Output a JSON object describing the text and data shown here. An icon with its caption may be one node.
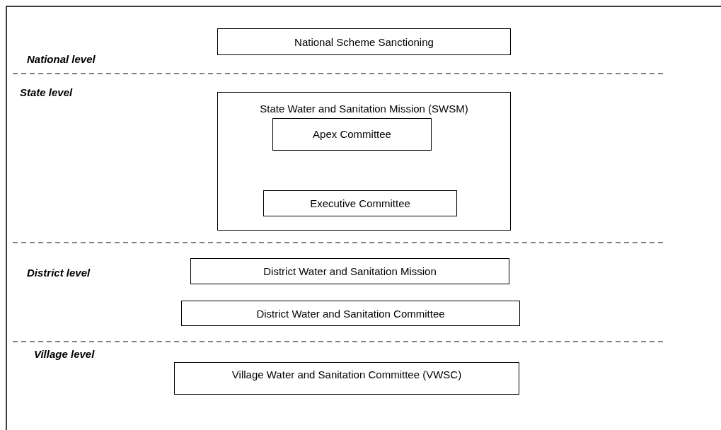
{
  "diagram": {
    "nodes": [
      {
        "text": [
          "National Scheme Sanctioning"
        ]
      },
      {
        "text": [
          "State Water and Sanitation Mission (SWSM)"
        ]
      },
      {
        "text": [
          "Apex Committee"
        ],
        "in": 1
      },
      {
        "text": [
          "Executive Committee"
        ],
        "in": 1
      },
      {
        "text": [
          "District Water and Sanitation Mission"
        ]
      },
      {
        "text": [
          "District Water and Sanitation Committee"
        ]
      },
      {
        "text": [
          "Village Water and Sanitation Committee (VWSC)"
        ]
      }
    ],
    "labels": [
      "National level",
      "State level",
      "District level",
      "Village level"
    ]
  }
}
